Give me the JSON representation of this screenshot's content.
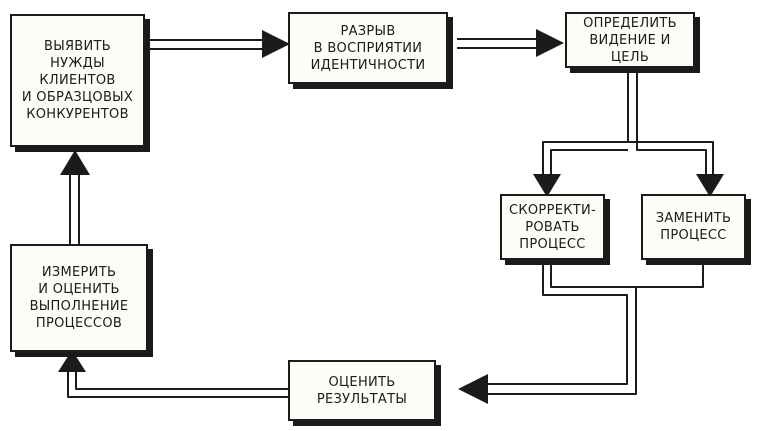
{
  "nodes": {
    "identify": {
      "label": "ВЫЯВИТЬ НУЖДЫ\nКЛИЕНТОВ\nИ ОБРАЗЦОВЫХ\nКОНКУРЕНТОВ"
    },
    "gap": {
      "label": "РАЗРЫВ\nВ ВОСПРИЯТИИ\nИДЕНТИЧНОСТИ"
    },
    "vision": {
      "label": "ОПРЕДЕЛИТЬ\nВИДЕНИЕ И ЦЕЛЬ"
    },
    "correct": {
      "label": "СКОРРЕКТИ-\nРОВАТЬ\nПРОЦЕСС"
    },
    "replace": {
      "label": "ЗАМЕНИТЬ\nПРОЦЕСС"
    },
    "evaluate": {
      "label": "ОЦЕНИТЬ\nРЕЗУЛЬТАТЫ"
    },
    "measure": {
      "label": "ИЗМЕРИТЬ\nИ ОЦЕНИТЬ\nВЫПОЛНЕНИЕ\nПРОЦЕССОВ"
    }
  },
  "colors": {
    "ink": "#1b1b1b",
    "paper": "#fdfcf7",
    "background": "#ffffff"
  }
}
